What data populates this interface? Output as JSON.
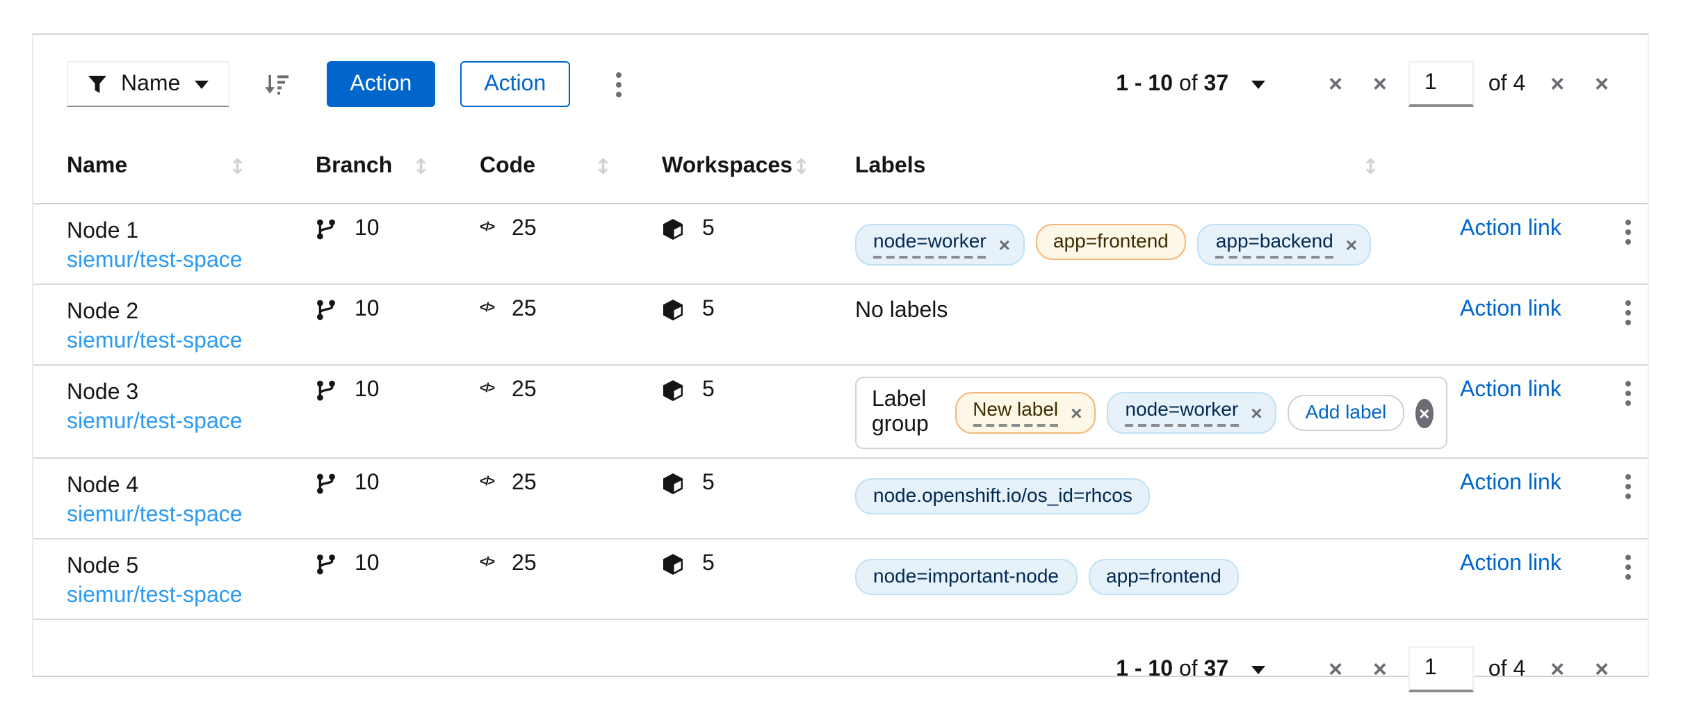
{
  "colors": {
    "primary_blue": "#0066cc",
    "row_link_blue": "#2b9af3",
    "chip_blue_bg": "#e7f1fa",
    "chip_blue_border": "#bee1f4",
    "chip_blue_text": "#002952",
    "chip_gold_bg": "#fdf7e7",
    "chip_gold_border": "#f4b678",
    "chip_gold_text": "#3d2c00",
    "muted_gray": "#6a6e73"
  },
  "icons": {
    "close_glyph": "×",
    "nav_glyph": "×",
    "sort_glyph": "↕",
    "code_glyph": "</>"
  },
  "toolbar": {
    "filter_label": "Name",
    "primary_action_label": "Action",
    "secondary_action_label": "Action"
  },
  "pagination": {
    "range": "1 - 10",
    "of_word": "of",
    "total": "37",
    "page_input_value": "1",
    "pages_label": "of 4"
  },
  "table": {
    "headers": [
      "Name",
      "Branch",
      "Code",
      "Workspaces",
      "Labels"
    ],
    "rows": [
      {
        "name": "Node 1",
        "link": "siemur/test-space",
        "branch": "10",
        "code": "25",
        "workspaces": "5",
        "action": "Action link",
        "labels": [
          {
            "text": "node=worker",
            "style": "blue",
            "editable": true,
            "closable": true
          },
          {
            "text": "app=frontend",
            "style": "gold",
            "editable": false,
            "closable": false
          },
          {
            "text": "app=backend",
            "style": "blue",
            "editable": true,
            "closable": true
          }
        ]
      },
      {
        "name": "Node 2",
        "link": "siemur/test-space",
        "branch": "10",
        "code": "25",
        "workspaces": "5",
        "action": "Action link",
        "no_labels_text": "No labels"
      },
      {
        "name": "Node 3",
        "link": "siemur/test-space",
        "branch": "10",
        "code": "25",
        "workspaces": "5",
        "action": "Action link",
        "label_group": {
          "title": "Label group",
          "labels": [
            {
              "text": "New label",
              "style": "gold",
              "editable": true,
              "closable": true
            },
            {
              "text": "node=worker",
              "style": "blue",
              "editable": true,
              "closable": true
            }
          ],
          "add_label": "Add label"
        }
      },
      {
        "name": "Node 4",
        "link": "siemur/test-space",
        "branch": "10",
        "code": "25",
        "workspaces": "5",
        "action": "Action link",
        "labels": [
          {
            "text": "node.openshift.io/os_id=rhcos",
            "style": "blue",
            "editable": false,
            "closable": false
          }
        ]
      },
      {
        "name": "Node 5",
        "link": "siemur/test-space",
        "branch": "10",
        "code": "25",
        "workspaces": "5",
        "action": "Action link",
        "labels": [
          {
            "text": "node=important-node",
            "style": "blue",
            "editable": false,
            "closable": false
          },
          {
            "text": "app=frontend",
            "style": "blue",
            "editable": false,
            "closable": false
          }
        ]
      }
    ]
  }
}
